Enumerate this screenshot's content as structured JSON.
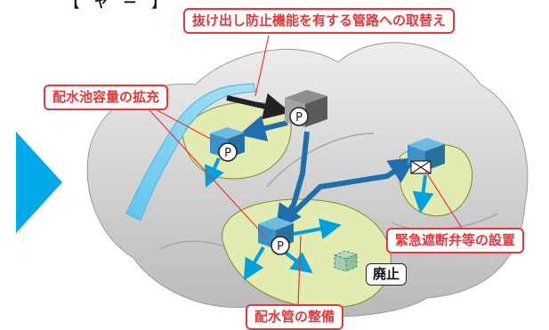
{
  "top_heading_fragment": "【 ヤ ー 】",
  "labels": {
    "replacement": "抜け出し防止機能を有する管路への取替え",
    "reservoir": "配水池容量の拡充",
    "valve": "緊急遮断弁等の設置",
    "pipe": "配水管の整備",
    "abolish": "廃止"
  },
  "pump_symbol": "P",
  "colors": {
    "accent_red": "#e5383b",
    "arrow_cyan": "#00a0e0",
    "pipe_blue": "#1f6fae",
    "terrain_gray": "#d5d5d5",
    "field_green": "#e3ecb0"
  }
}
